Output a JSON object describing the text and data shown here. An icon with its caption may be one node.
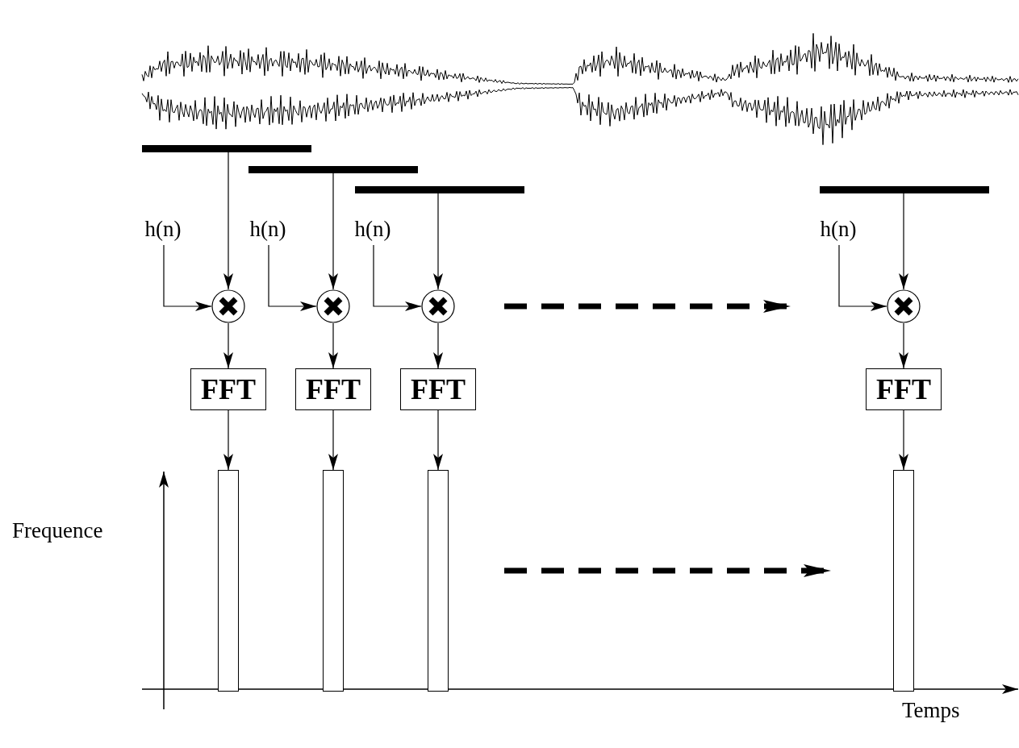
{
  "diagram": {
    "nodes": [
      {
        "text": [],
        "shape": "bar"
      },
      {
        "text": [],
        "shape": "bar"
      },
      {
        "text": [],
        "shape": "bar"
      },
      {
        "text": [],
        "shape": "bar"
      },
      {
        "text": [
          "h(n)"
        ]
      },
      {
        "text": [
          "h(n)"
        ]
      },
      {
        "text": [
          "h(n)"
        ]
      },
      {
        "text": [
          "h(n)"
        ]
      },
      {
        "text": [],
        "shape": "circle"
      },
      {
        "text": [],
        "shape": "circle"
      },
      {
        "text": [],
        "shape": "circle"
      },
      {
        "text": [],
        "shape": "circle"
      },
      {
        "text": [
          "FFT"
        ]
      },
      {
        "text": [
          "FFT"
        ]
      },
      {
        "text": [
          "FFT"
        ]
      },
      {
        "text": [
          "FFT"
        ]
      },
      {
        "text": [],
        "shape": "bar"
      },
      {
        "text": [],
        "shape": "bar"
      },
      {
        "text": [],
        "shape": "bar"
      },
      {
        "text": [],
        "shape": "bar"
      }
    ],
    "edges": [
      {
        "from": 0,
        "to": 8,
        "arrow": "to"
      },
      {
        "from": 4,
        "to": 8,
        "arrow": "to"
      },
      {
        "from": 8,
        "to": 12,
        "arrow": "to"
      },
      {
        "from": 12,
        "to": 16,
        "arrow": "to"
      },
      {
        "from": 1,
        "to": 9,
        "arrow": "to"
      },
      {
        "from": 5,
        "to": 9,
        "arrow": "to"
      },
      {
        "from": 9,
        "to": 13,
        "arrow": "to"
      },
      {
        "from": 13,
        "to": 17,
        "arrow": "to"
      },
      {
        "from": 2,
        "to": 10,
        "arrow": "to"
      },
      {
        "from": 6,
        "to": 10,
        "arrow": "to"
      },
      {
        "from": 10,
        "to": 14,
        "arrow": "to"
      },
      {
        "from": 14,
        "to": 18,
        "arrow": "to"
      },
      {
        "from": 3,
        "to": 11,
        "arrow": "to"
      },
      {
        "from": 7,
        "to": 11,
        "arrow": "to"
      },
      {
        "from": 11,
        "to": 15,
        "arrow": "to"
      },
      {
        "from": 15,
        "to": 19,
        "arrow": "to"
      }
    ],
    "labels": [
      "Frequence",
      "Temps"
    ]
  }
}
